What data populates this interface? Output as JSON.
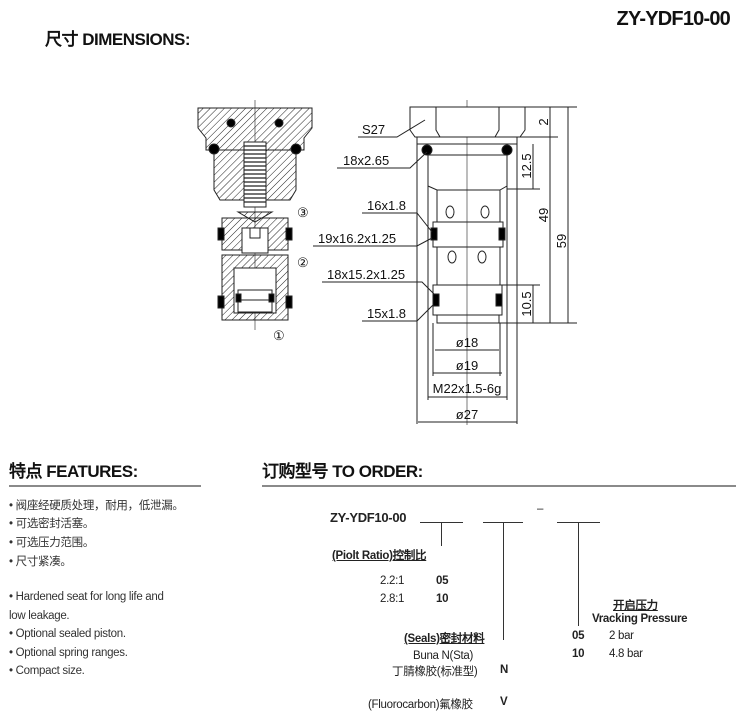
{
  "header": {
    "model": "ZY-YDF10-00",
    "dimensions_title": "尺寸 DIMENSIONS:"
  },
  "drawing": {
    "ports": [
      "①",
      "②",
      "③"
    ],
    "labels": {
      "hex": "S27",
      "oring_top": "18x2.65",
      "oring_16": "16x1.8",
      "backup_19": "19x16.2x1.25",
      "backup_18": "18x15.2x1.25",
      "oring_15": "15x1.8"
    },
    "dims": {
      "d2": "2",
      "d12_5": "12.5",
      "d49": "49",
      "d59": "59",
      "d10_5": "10.5",
      "dia18": "ø18",
      "dia19": "ø19",
      "thread": "M22x1.5-6g",
      "dia27": "ø27"
    }
  },
  "features": {
    "title": "特点 FEATURES:",
    "cn": [
      "• 阀座经硬质处理，耐用，低泄漏。",
      "• 可选密封活塞。",
      "• 可选压力范围。",
      "• 尺寸紧凑。"
    ],
    "en": [
      "• Hardened seat for long life and",
      "low leakage.",
      "• Optional sealed piston.",
      "• Optional spring ranges.",
      "• Compact size."
    ]
  },
  "order": {
    "title": "订购型号 TO ORDER:",
    "code": "ZY-YDF10-00",
    "dash": "–",
    "pilot": {
      "title": "(Piolt Ratio)控制比",
      "options": [
        {
          "label": "2.2:1",
          "code": "05"
        },
        {
          "label": "2.8:1",
          "code": "10"
        }
      ]
    },
    "seals": {
      "title": "(Seals)密封材料",
      "buna_en": "Buna N(Sta)",
      "buna_cn": "丁腈橡胶(标准型)",
      "buna_code": "N",
      "fluoro": "(Fluorocarbon)氟橡胶",
      "fluoro_code": "V"
    },
    "cracking": {
      "title_cn": "开启压力",
      "title_en": "Vracking Pressure",
      "options": [
        {
          "code": "05",
          "label": "2 bar"
        },
        {
          "code": "10",
          "label": "4.8 bar"
        }
      ]
    }
  }
}
